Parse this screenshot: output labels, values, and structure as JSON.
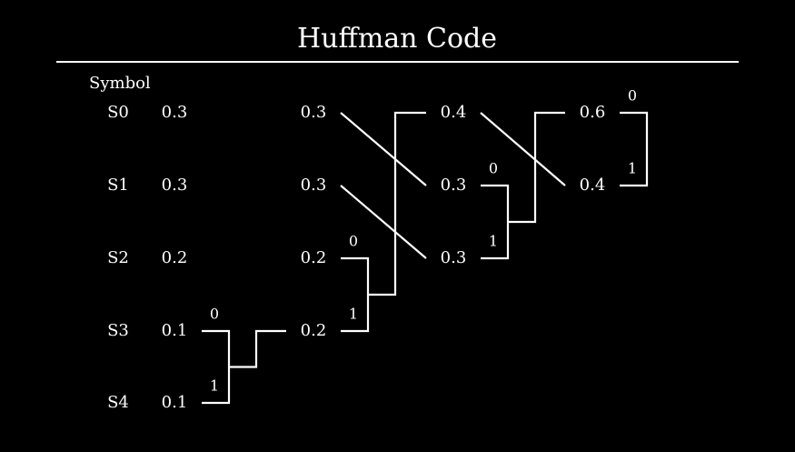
{
  "title": "Huffman Code",
  "symbol_header": "Symbol",
  "symbols": [
    "S0",
    "S1",
    "S2",
    "S3",
    "S4"
  ],
  "stages": [
    [
      "0.3",
      "0.3",
      "0.2",
      "0.1",
      "0.1"
    ],
    [
      "0.3",
      "0.3",
      "0.2",
      "0.2"
    ],
    [
      "0.4",
      "0.3",
      "0.3"
    ],
    [
      "0.6",
      "0.4"
    ]
  ],
  "merges": [
    {
      "bit_upper": "0",
      "bit_lower": "1"
    },
    {
      "bit_upper": "0",
      "bit_lower": "1"
    },
    {
      "bit_upper": "0",
      "bit_lower": "1"
    },
    {
      "bit_upper": "0",
      "bit_lower": "1"
    }
  ],
  "colors": {
    "background": "#000000",
    "foreground": "#ffffff"
  }
}
